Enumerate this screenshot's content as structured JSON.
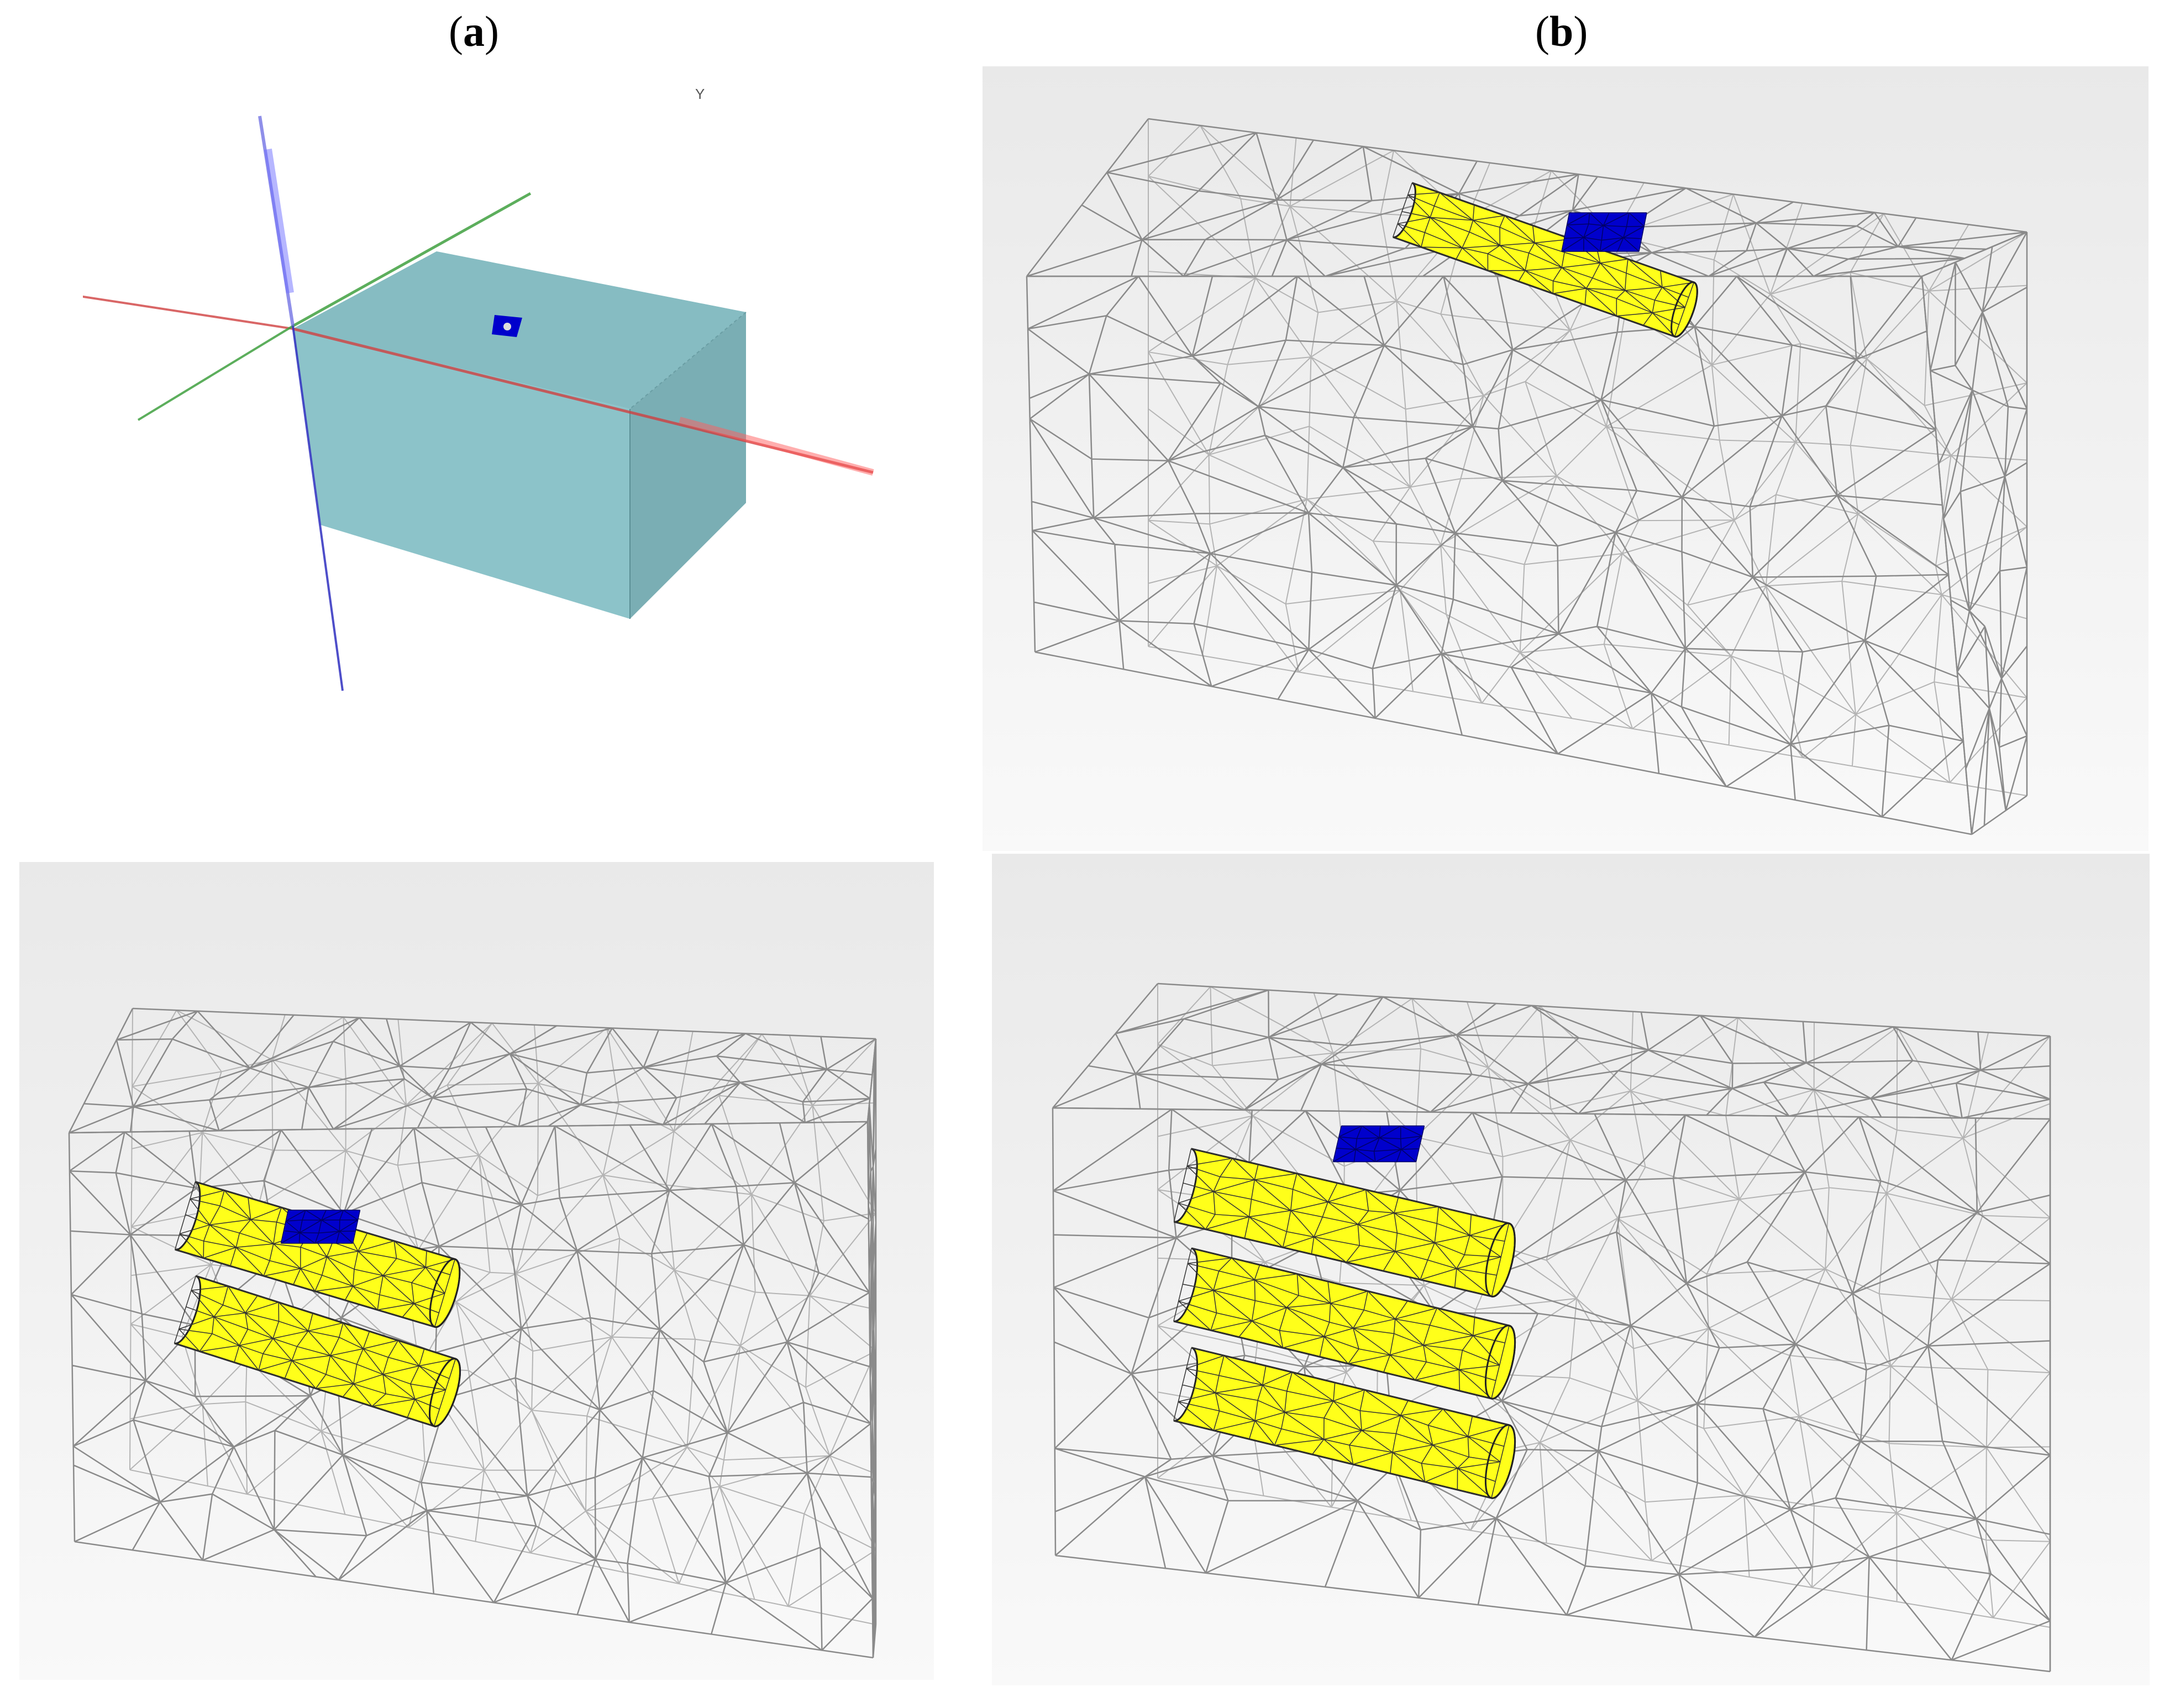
{
  "labels": {
    "a_open": "(",
    "a_letter": "a",
    "a_close": ")",
    "b_open": "(",
    "b_letter": "b",
    "b_close": ")"
  },
  "panel_a": {
    "axis_label": "Y",
    "colors": {
      "box": "#8cc3c9",
      "box_side": "#6fa6ac",
      "box_top": "#7fb4ba",
      "patch": "#0000cc",
      "axis_x": "#d04040",
      "axis_y": "#40a040",
      "axis_z": "#3030c0"
    }
  },
  "panels": [
    {
      "id": "b",
      "cylinders": 1
    },
    {
      "id": "c",
      "cylinders": 2
    },
    {
      "id": "d",
      "cylinders": 3
    }
  ],
  "colors": {
    "mesh": "#8a8a8a",
    "cylinder_fill": "#ffff1a",
    "cylinder_edge": "#222222",
    "patch": "#0000cc"
  }
}
